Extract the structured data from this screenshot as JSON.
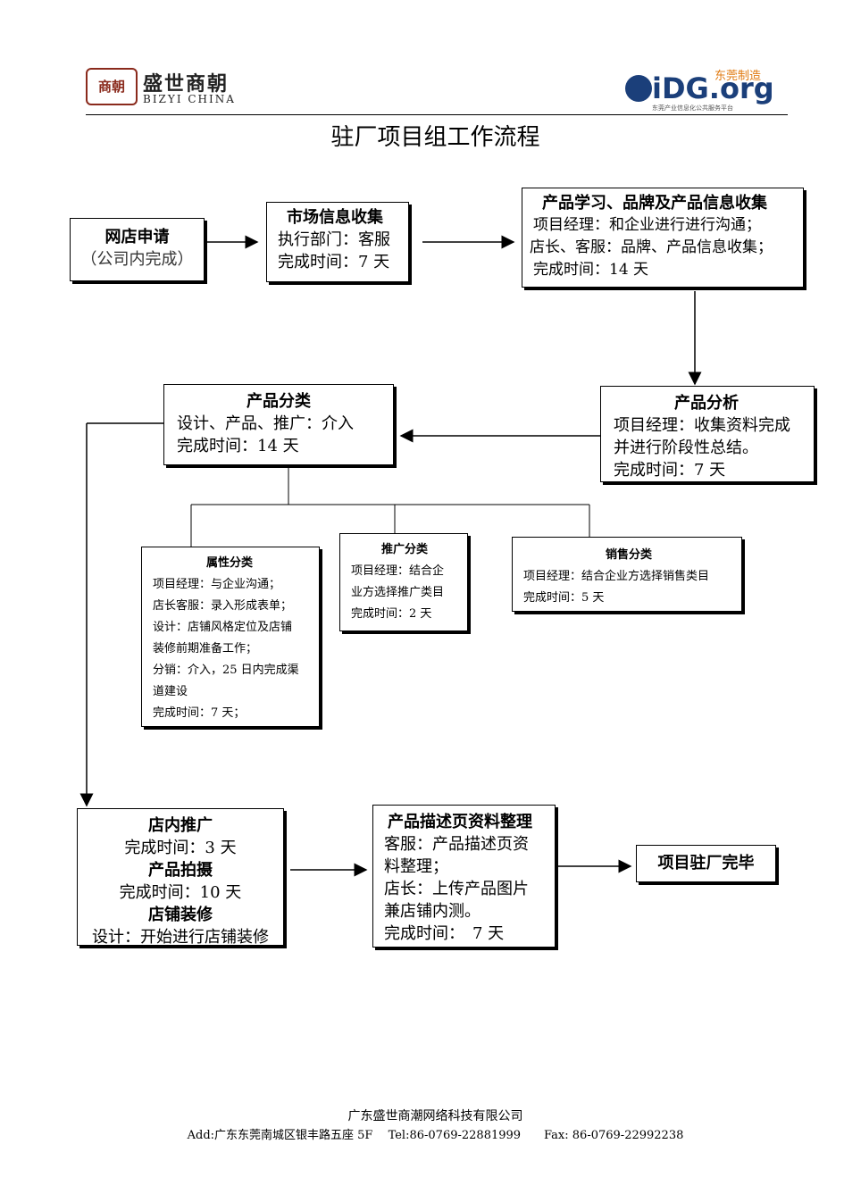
{
  "header": {
    "logo_left_cn": "盛世商朝",
    "logo_left_en": "BIZYI CHINA",
    "logo_left_seal": "商朝",
    "logo_right_main": "iDG.org",
    "logo_right_tag": "东莞制造",
    "logo_right_sub": "东莞产业信息化公共服务平台",
    "title": "驻厂项目组工作流程"
  },
  "nodes": {
    "apply": {
      "line1": "网店申请",
      "line2": "（公司内完成）"
    },
    "market": {
      "title": "市场信息收集",
      "dept": "执行部门：客服",
      "time": "完成时间：7 天"
    },
    "learn": {
      "title": "产品学习、品牌及产品信息收集",
      "l1": "项目经理：和企业进行进行沟通；",
      "l2": "店长、客服：品牌、产品信息收集；",
      "l3": "完成时间：14 天"
    },
    "analysis": {
      "title": "产品分析",
      "l1": "项目经理：收集资料完成",
      "l2": "并进行阶段性总结。",
      "l3": "完成时间：7 天"
    },
    "classify": {
      "title": "产品分类",
      "l1": "设计、产品、推广：介入",
      "l2": "完成时间：14 天"
    },
    "attr": {
      "title": "属性分类",
      "l1": "项目经理：与企业沟通；",
      "l2": "店长客服：录入形成表单；",
      "l3": "设计：店铺风格定位及店铺",
      "l4": "装修前期准备工作；",
      "l5": "分销：介入，25 日内完成渠",
      "l6": "道建设",
      "l7": "完成时间：7 天；"
    },
    "promo": {
      "title": "推广分类",
      "l1": "项目经理：结合企",
      "l2": "业方选择推广类目",
      "l3": "完成时间：2 天"
    },
    "sales": {
      "title": "销售分类",
      "l1": "项目经理：结合企业方选择销售类目",
      "l2": "完成时间：5 天"
    },
    "store": {
      "l1": "店内推广",
      "l2": "完成时间：3 天",
      "l3": "产品拍摄",
      "l4": "完成时间：10 天",
      "l5": "店铺装修",
      "l6": "设计：开始进行店铺装修"
    },
    "desc": {
      "title": "产品描述页资料整理",
      "l1": "客服：产品描述页资",
      "l2": "料整理；",
      "l3": "店长：上传产品图片",
      "l4": "兼店铺内测。",
      "l5": "完成时间：　7 天"
    },
    "done": {
      "label": "项目驻厂完毕"
    }
  },
  "footer": {
    "company": "广东盛世商潮网络科技有限公司",
    "address": "Add:广东东莞南城区银丰路五座 5F　 Tel:86-0769-22881999　　Fax: 86-0769-22992238"
  }
}
